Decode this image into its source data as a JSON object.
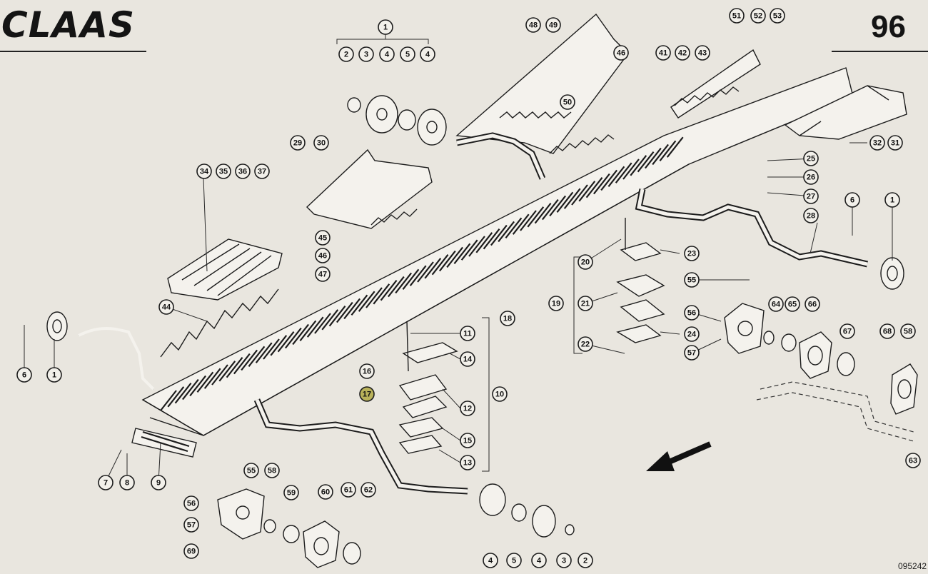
{
  "header": {
    "brand": "CLAAS",
    "page_number": "96",
    "doc_number": "095242"
  },
  "callouts": [
    {
      "label": "1"
    },
    {
      "label": "2"
    },
    {
      "label": "3"
    },
    {
      "label": "4"
    },
    {
      "label": "5"
    },
    {
      "label": "4"
    },
    {
      "label": "48"
    },
    {
      "label": "49"
    },
    {
      "label": "46"
    },
    {
      "label": "50"
    },
    {
      "label": "41"
    },
    {
      "label": "42"
    },
    {
      "label": "43"
    },
    {
      "label": "51"
    },
    {
      "label": "52"
    },
    {
      "label": "53"
    },
    {
      "label": "29"
    },
    {
      "label": "30"
    },
    {
      "label": "34"
    },
    {
      "label": "35"
    },
    {
      "label": "36"
    },
    {
      "label": "37"
    },
    {
      "label": "45"
    },
    {
      "label": "46"
    },
    {
      "label": "47"
    },
    {
      "label": "44"
    },
    {
      "label": "32"
    },
    {
      "label": "31"
    },
    {
      "label": "25"
    },
    {
      "label": "26"
    },
    {
      "label": "27"
    },
    {
      "label": "28"
    },
    {
      "label": "6"
    },
    {
      "label": "1"
    },
    {
      "label": "20"
    },
    {
      "label": "23"
    },
    {
      "label": "19"
    },
    {
      "label": "21"
    },
    {
      "label": "24"
    },
    {
      "label": "22"
    },
    {
      "label": "55"
    },
    {
      "label": "56"
    },
    {
      "label": "57"
    },
    {
      "label": "64"
    },
    {
      "label": "65"
    },
    {
      "label": "66"
    },
    {
      "label": "67"
    },
    {
      "label": "68"
    },
    {
      "label": "58"
    },
    {
      "label": "63"
    },
    {
      "label": "18"
    },
    {
      "label": "6"
    },
    {
      "label": "1"
    },
    {
      "label": "16"
    },
    {
      "label": "17"
    },
    {
      "label": "11"
    },
    {
      "label": "14"
    },
    {
      "label": "12"
    },
    {
      "label": "15"
    },
    {
      "label": "13"
    },
    {
      "label": "10"
    },
    {
      "label": "7"
    },
    {
      "label": "8"
    },
    {
      "label": "9"
    },
    {
      "label": "55"
    },
    {
      "label": "58"
    },
    {
      "label": "56"
    },
    {
      "label": "57"
    },
    {
      "label": "69"
    },
    {
      "label": "59"
    },
    {
      "label": "60"
    },
    {
      "label": "61"
    },
    {
      "label": "62"
    },
    {
      "label": "4"
    },
    {
      "label": "5"
    },
    {
      "label": "4"
    },
    {
      "label": "3"
    },
    {
      "label": "2"
    }
  ]
}
